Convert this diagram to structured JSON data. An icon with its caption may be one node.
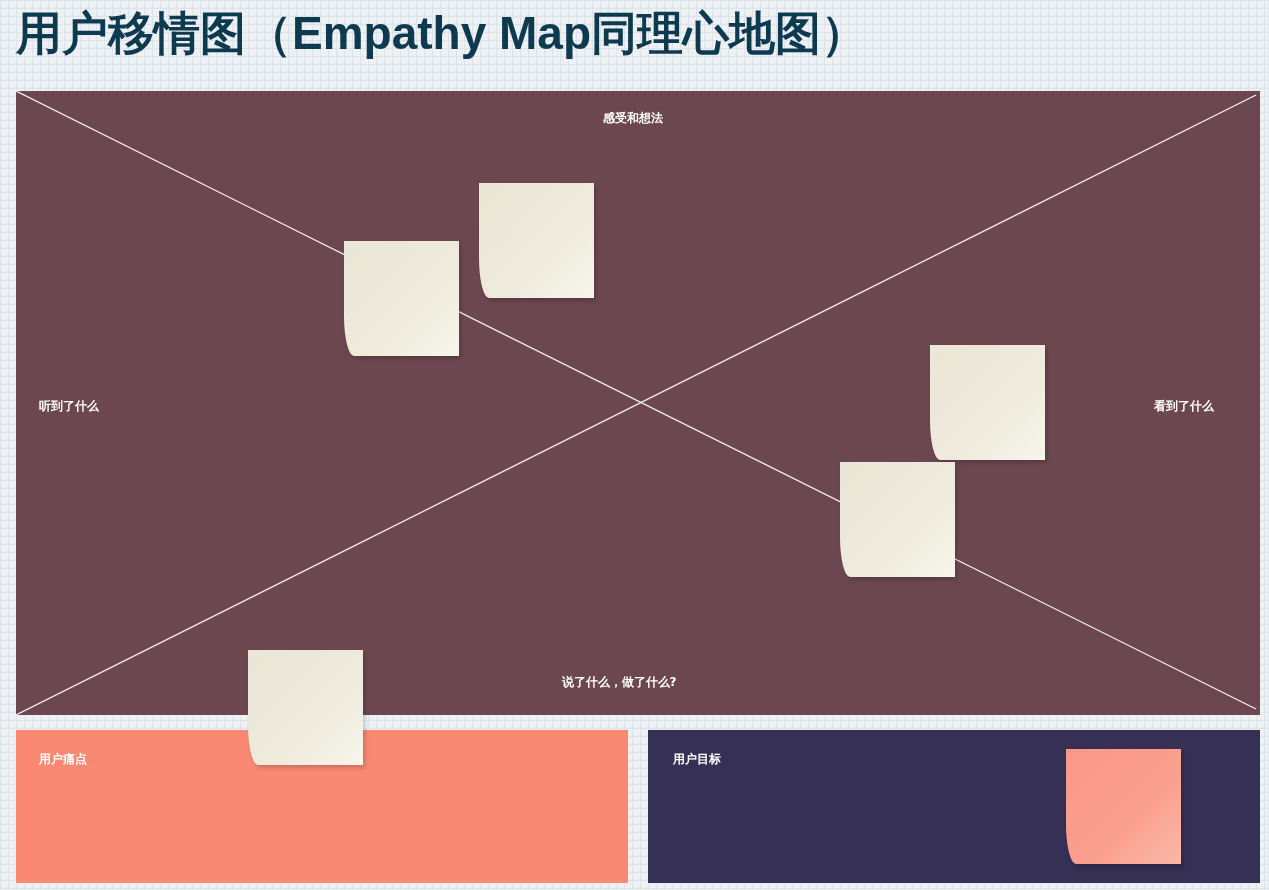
{
  "diagram": {
    "title": "用户移情图（Empathy Map同理心地图）",
    "nodes": [
      {
        "text": [
          "感受和想法",
          "听到了什么",
          "看到了什么",
          "说了什么，做了什么?"
        ]
      },
      {
        "text": [
          "用户痛点"
        ]
      },
      {
        "text": [
          "用户目标"
        ]
      },
      {
        "text": [],
        "shape": "box",
        "in": 0
      },
      {
        "text": [],
        "shape": "box",
        "in": 0
      },
      {
        "text": [],
        "shape": "box",
        "in": 0
      },
      {
        "text": [],
        "shape": "box",
        "in": 0
      },
      {
        "text": [],
        "shape": "box"
      },
      {
        "text": [],
        "shape": "box",
        "in": 2
      }
    ]
  }
}
